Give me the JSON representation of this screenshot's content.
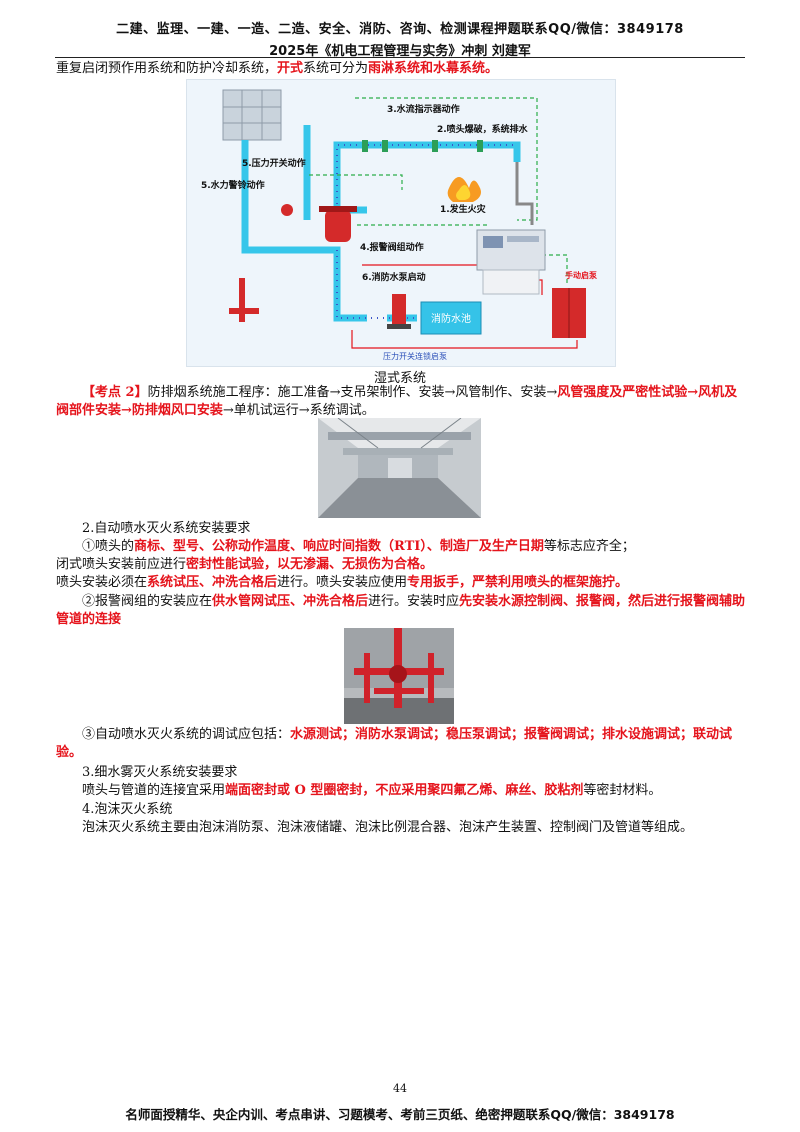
{
  "header": {
    "line1": "二建、监理、一建、一造、二造、安全、消防、咨询、检测课程押题联系QQ/微信：3849178",
    "line2": "2025年《机电工程管理与实务》冲刺 刘建军"
  },
  "intro": {
    "t1": "重复启闭预作用系统和防护冷却系统，",
    "r1": "开式",
    "t2": "系统可分为",
    "r2": "雨淋系统和水幕系统。"
  },
  "diagram": {
    "labels": {
      "l3": "3.水流指示器动作",
      "l2": "2.喷头爆破，系统排水",
      "l5a": "5.压力开关动作",
      "l5b": "5.水力警铃动作",
      "l1": "1.发生火灾",
      "l4": "4.报警阀组动作",
      "l6": "6.消防水泵启动",
      "pool": "消防水池",
      "manual": "手动启泵",
      "chain": "压力开关连锁启泵"
    },
    "caption": "湿式系统"
  },
  "kd2": {
    "tag": "【考点 2】",
    "t1": "防排烟系统施工程序：施工准备→支吊架制作、安装→风管制作、安装→",
    "r1": "风管强度及严密性试验→风机及阀部件安装→防排烟风口安装",
    "t2": "→单机试运行→系统调试。"
  },
  "sec2": {
    "title": "2.自动喷水灭火系统安装要求",
    "p1a": "①喷头的",
    "p1r": "商标、型号、公称动作温度、响应时间指数（RTI）、制造厂及生产日期",
    "p1b": "等标志应齐全；",
    "p2a": "闭式喷头安装前应进行",
    "p2r": "密封性能试验，以无渗漏、无损伤为合格。",
    "p3a": "喷头安装必须在",
    "p3r1": "系统试压、冲洗合格后",
    "p3b": "进行。喷头安装应使用",
    "p3r2": "专用扳手，严禁利用喷头的框架施拧。",
    "p4a": "②报警阀组的安装应在",
    "p4r1": "供水管网试压、冲洗合格后",
    "p4b": "进行。安装时应",
    "p4r2": "先安装水源控制阀、报警阀，然后进行报警阀辅助管道的连接",
    "p5a": "③自动喷水灭火系统的调试应包括：",
    "p5r": "水源测试；消防水泵调试；稳压泵调试；报警阀调试；排水设施调试；联动试验。"
  },
  "sec3": {
    "title": "3.细水雾灭火系统安装要求",
    "p1a": "喷头与管道的连接宜采用",
    "p1r": "端面密封或 O 型圈密封，不应采用聚四氟乙烯、麻丝、胶粘剂",
    "p1b": "等密封材料。"
  },
  "sec4": {
    "title": "4.泡沫灭火系统",
    "p1": "泡沫灭火系统主要由泡沫消防泵、泡沫液储罐、泡沫比例混合器、泡沫产生装置、控制阀门及管道等组成。"
  },
  "page_number": "44",
  "footer": "名师面授精华、央企内训、考点串讲、习题模考、考前三页纸、绝密押题联系QQ/微信：3849178"
}
